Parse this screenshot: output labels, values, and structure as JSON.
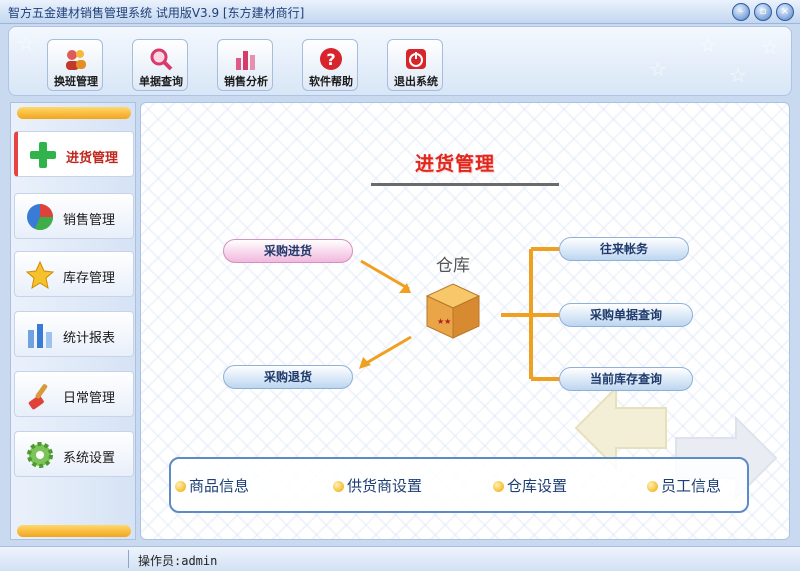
{
  "window": {
    "title": "智方五金建材销售管理系统 试用版V3.9 [东方建材商行]",
    "controls": [
      "minimize-icon",
      "restore-icon",
      "close-icon"
    ]
  },
  "toolbar": {
    "buttons": [
      {
        "label": "换班管理",
        "icon": "users-icon"
      },
      {
        "label": "单据查询",
        "icon": "magnifier-icon"
      },
      {
        "label": "销售分析",
        "icon": "bar-chart-icon"
      },
      {
        "label": "软件帮助",
        "icon": "help-icon"
      },
      {
        "label": "退出系统",
        "icon": "power-icon"
      }
    ]
  },
  "sidebar": {
    "items": [
      {
        "label": "进货管理",
        "icon": "plus-icon",
        "active": true
      },
      {
        "label": "销售管理",
        "icon": "pie-chart-icon"
      },
      {
        "label": "库存管理",
        "icon": "star-icon"
      },
      {
        "label": "统计报表",
        "icon": "bar-chart-icon"
      },
      {
        "label": "日常管理",
        "icon": "brush-icon"
      },
      {
        "label": "系统设置",
        "icon": "gear-icon"
      }
    ]
  },
  "main": {
    "title": "进货管理",
    "warehouse_label": "仓库",
    "flow": {
      "purchase_in": "采购进货",
      "purchase_return": "采购退货",
      "accounts": "往来帐务",
      "purchase_query": "采购单据查询",
      "stock_query": "当前库存查询"
    },
    "links": [
      "商品信息",
      "供货商设置",
      "仓库设置",
      "员工信息"
    ]
  },
  "status": {
    "operator": "操作员:admin"
  },
  "colors": {
    "accent_title": "#e0261d",
    "orange": "#f0a020",
    "link_text": "#1e3f74"
  }
}
